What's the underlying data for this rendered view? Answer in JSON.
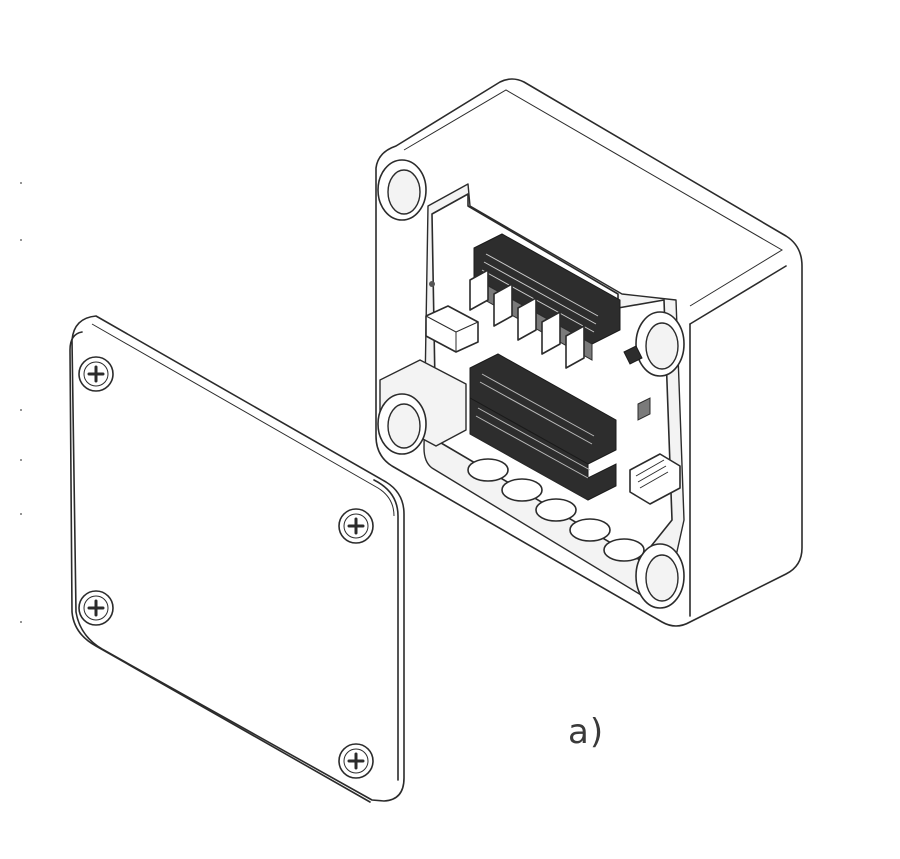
{
  "figure": {
    "caption": "a)",
    "colors": {
      "line": "#2b2b2b",
      "paper": "#ffffff",
      "terminal": "#2d2d2d"
    },
    "parts": {
      "lid": {
        "screws": 4
      },
      "enclosure": {
        "corner_bosses": 4,
        "cable_knockouts": 5,
        "terminal_blocks": 2
      }
    }
  }
}
